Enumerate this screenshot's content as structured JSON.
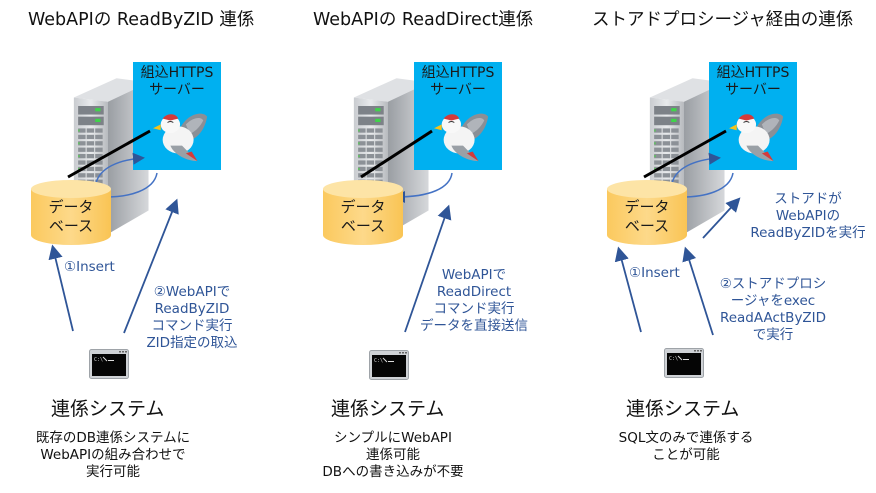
{
  "colors": {
    "https_box": "#00b0f0",
    "database": "#fcd680",
    "arrow": "#2f5597",
    "annotation_text": "#2f5597"
  },
  "panels": [
    {
      "title": "WebAPIの ReadByZID 連係",
      "server_label": "組込HTTPS\nサーバー",
      "db_label": "データ\nベース",
      "annotations": [
        {
          "text": "①Insert"
        },
        {
          "text": "②WebAPIで\nReadByZID\nコマンド実行\nZID指定の取込"
        }
      ],
      "system_label": "連係システム",
      "description": "既存のDB連係システムに\nWebAPIの組み合わせで\n実行可能"
    },
    {
      "title": "WebAPIの ReadDirect連係",
      "server_label": "組込HTTPS\nサーバー",
      "db_label": "データ\nベース",
      "annotations": [
        {
          "text": "WebAPIで\nReadDirect\nコマンド実行\nデータを直接送信"
        }
      ],
      "system_label": "連係システム",
      "description": "シンプルにWebAPI\n連係可能\nDBへの書き込みが不要"
    },
    {
      "title": "ストアドプロシージャ経由の連係",
      "server_label": "組込HTTPS\nサーバー",
      "db_label": "データ\nベース",
      "annotations": [
        {
          "text": "ストアドが\nWebAPIの\nReadByZIDを実行"
        },
        {
          "text": "①Insert"
        },
        {
          "text": "②ストアドプロシ\nージャをexec\nReadAActByZID\nで実行"
        }
      ],
      "system_label": "連係システム",
      "description": "SQL文のみで連係する\nことが可能"
    }
  ]
}
